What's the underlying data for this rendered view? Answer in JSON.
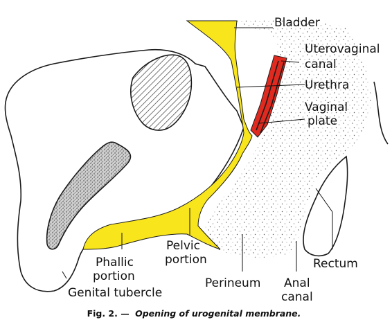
{
  "labels": {
    "bladder": "Bladder",
    "uterovaginal_line1": "Uterovaginal",
    "uterovaginal_line2": "canal",
    "urethra": "Urethra",
    "vaginal_line1": "Vaginal",
    "vaginal_line2": "plate",
    "phallic_line1": "Phallic",
    "phallic_line2": "portion",
    "pelvic_line1": "Pelvic",
    "pelvic_line2": "portion",
    "perineum": "Perineum",
    "anal_line1": "Anal",
    "anal_line2": "canal",
    "rectum": "Rectum",
    "genital_tubercle": "Genital tubercle"
  },
  "caption": {
    "prefix": "Fig. 2. —",
    "text": "Opening of urogenital membrane."
  },
  "colors": {
    "urogenital_sinus": "#f8e51c",
    "uterovaginal_canal": "#e02a1f",
    "stipple": "#444444",
    "background": "#ffffff"
  }
}
